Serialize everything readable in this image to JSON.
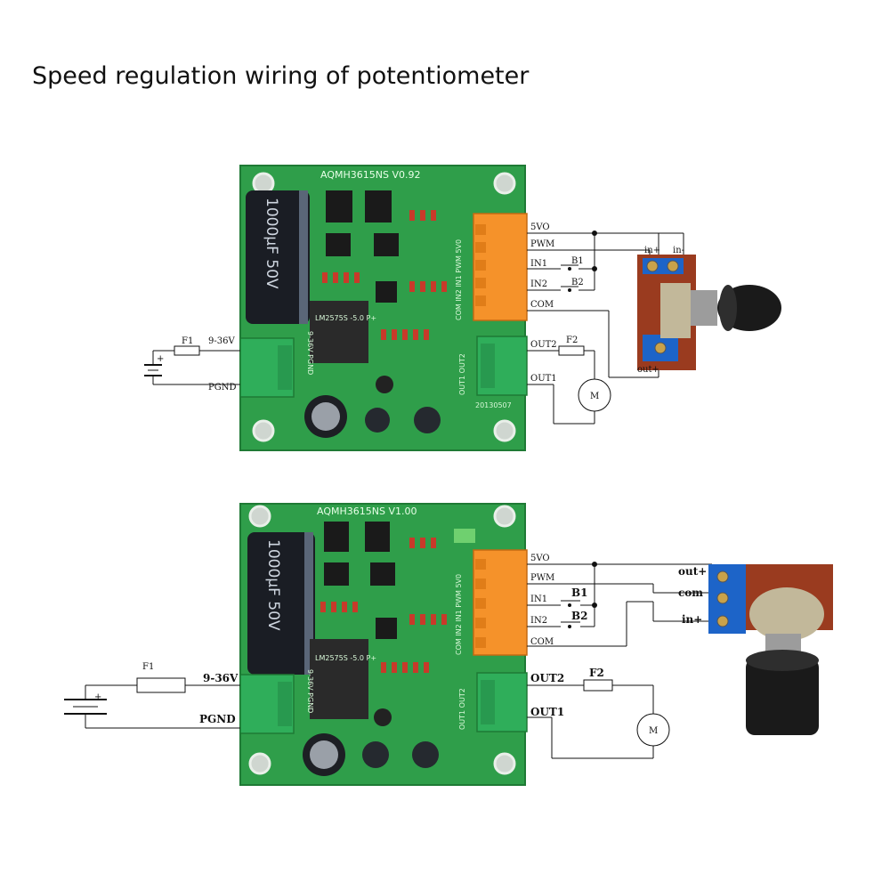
{
  "title": "Speed regulation wiring of potentiometer",
  "colors": {
    "pcb": "#2f9e4a",
    "pcb_dark": "#23823a",
    "terminal_orange": "#f5922a",
    "terminal_green": "#2fae5a",
    "pot_board": "#9a3b1f",
    "pot_terminal": "#1d64c8",
    "knob": "#1a1a1a"
  },
  "top": {
    "board_name": "AQMH3615NS V0.92",
    "pin_header": "COM IN2 IN1 PWM 5V0",
    "out_header": "OUT1 OUT2",
    "pwr_header": "9-36V PGND",
    "cap_text": "1000µF 50V",
    "reg_text": "LM2575S -5.0 P+",
    "date": "20130507",
    "labels": {
      "v5": "5VO",
      "pwm": "PWM",
      "in1": "IN1",
      "in2": "IN2",
      "com": "COM",
      "out2": "OUT2",
      "out1": "OUT1",
      "f1": "F1",
      "f2": "F2",
      "vin": "9-36V",
      "pgnd": "PGND",
      "b1": "B1",
      "b2": "B2",
      "motor": "M",
      "pot_in_plus": "in+",
      "pot_in_minus": "in-",
      "pot_out_plus": "out+",
      "bat_plus": "+"
    }
  },
  "bottom": {
    "board_name": "AQMH3615NS V1.00",
    "pin_header": "COM IN2 IN1 PWM 5V0",
    "out_header": "OUT1 OUT2",
    "pwr_header": "9-36V PGND",
    "cap_text": "1000µF 50V",
    "reg_text": "LM2575S -5.0 P+",
    "labels": {
      "v5": "5VO",
      "pwm": "PWM",
      "in1": "IN1",
      "in2": "IN2",
      "com": "COM",
      "out2": "OUT2",
      "out1": "OUT1",
      "f1": "F1",
      "f2": "F2",
      "vin": "9-36V",
      "pgnd": "PGND",
      "b1": "B1",
      "b2": "B2",
      "motor": "M",
      "pot_out_plus": "out+",
      "pot_com": "com",
      "pot_in_plus": "in+",
      "bat_plus": "+"
    }
  }
}
